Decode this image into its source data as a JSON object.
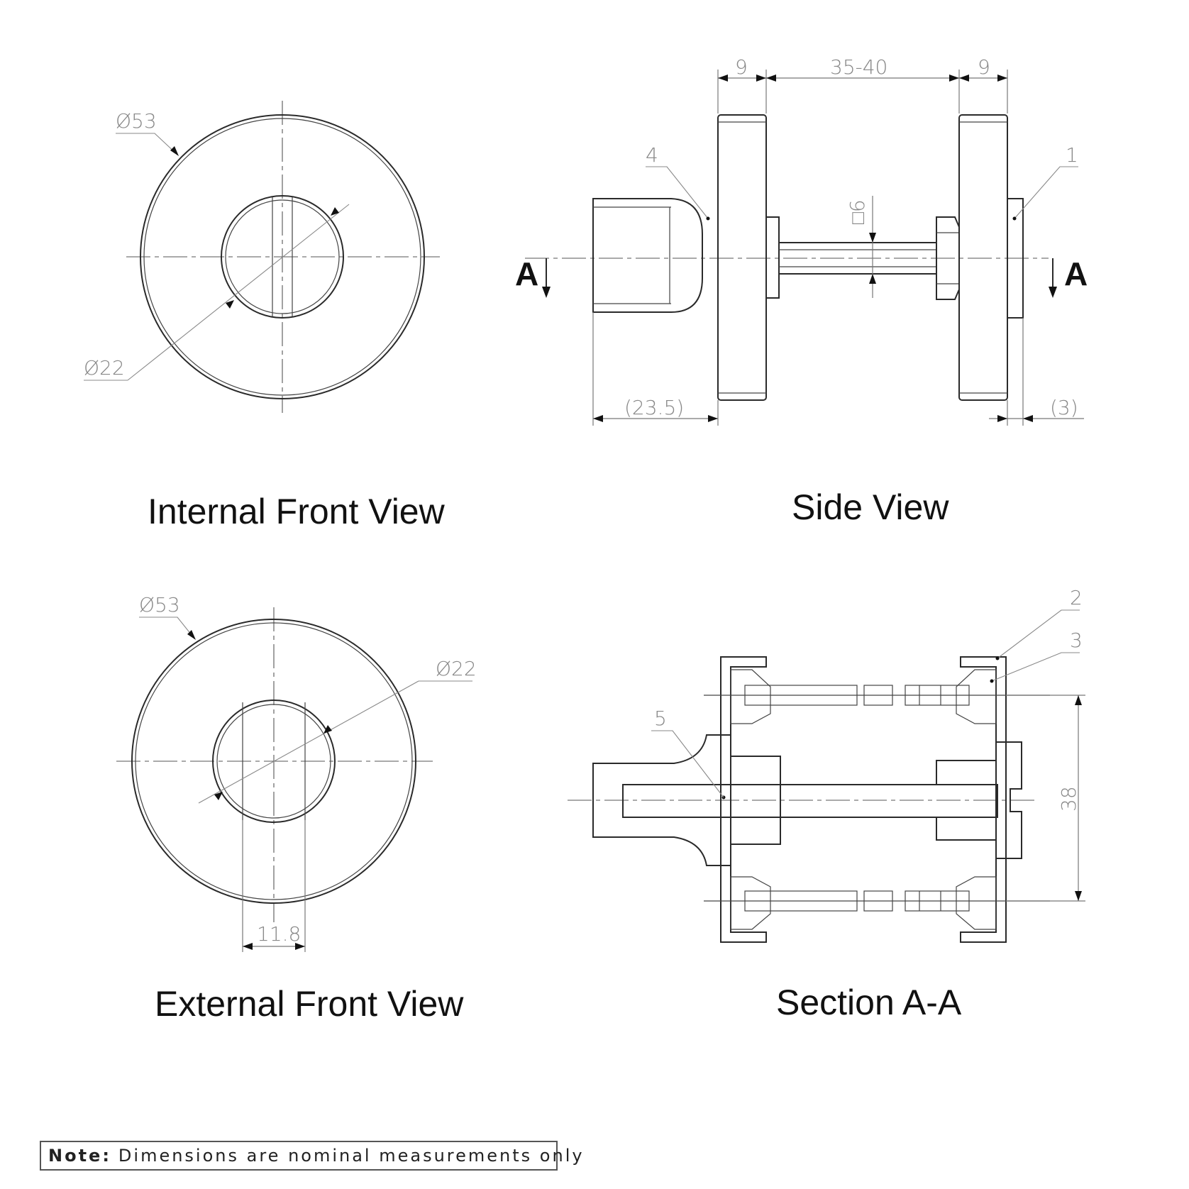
{
  "views": {
    "internal_front": {
      "title": "Internal Front View",
      "dims": {
        "outer": "Ø53",
        "inner": "Ø22"
      }
    },
    "side": {
      "title": "Side View",
      "dims": {
        "left_rose": "9",
        "spindle_span": "35-40",
        "right_rose": "9",
        "spindle_square": "□6",
        "left_overhang": "(23.5)",
        "right_overhang": "(3)"
      },
      "part_labels": {
        "left": "4",
        "right": "1"
      },
      "section_marker": "A"
    },
    "external_front": {
      "title": "External Front View",
      "dims": {
        "outer": "Ø53",
        "inner": "Ø22",
        "slot_width": "11.8"
      }
    },
    "section": {
      "title": "Section A-A",
      "dims": {
        "fixing_centres": "38"
      },
      "part_labels": {
        "a": "2",
        "b": "3",
        "c": "5"
      }
    }
  },
  "note": {
    "label": "Note:",
    "text": "Dimensions are nominal measurements only"
  }
}
